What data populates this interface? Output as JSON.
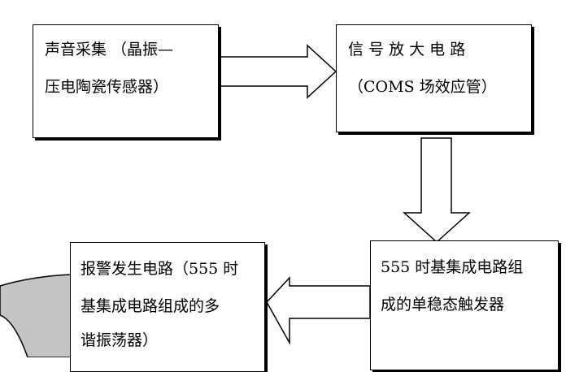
{
  "blocks": {
    "sound": {
      "line1": "声音采集 （晶振—",
      "line2": "压电陶瓷传感器）"
    },
    "amplifier": {
      "line1": "信 号 放 大 电 路",
      "line2": "（COMS 场效应管）"
    },
    "trigger": {
      "line1": "555 时基集成电路组",
      "line2": "成的单稳态触发器"
    },
    "alarm": {
      "line1": "报警发生电路（555 时",
      "line2": "基集成电路组成的多",
      "line3": "谐振荡器）"
    }
  }
}
